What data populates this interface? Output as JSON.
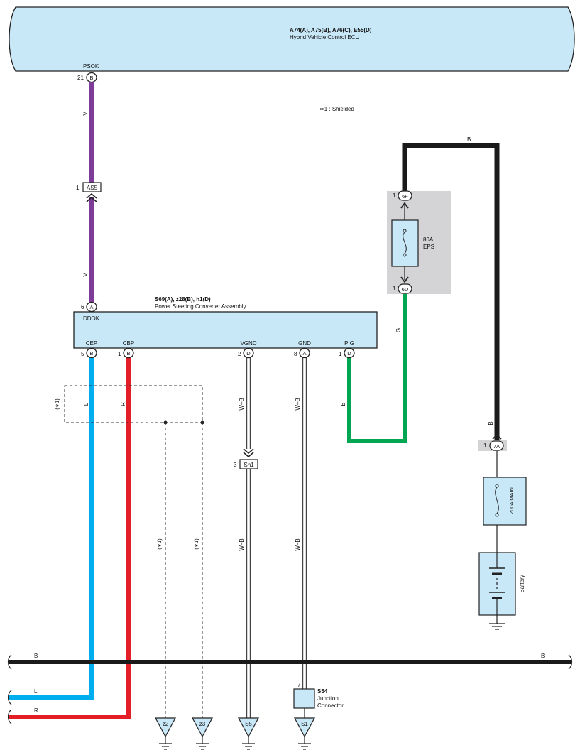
{
  "ecu": {
    "code": "A74(A), A75(B), A76(C), E55(D)",
    "name": "Hybrid Vehicle Control ECU"
  },
  "shield_note": "∗1 : Shielded",
  "psok": {
    "label": "PSOK",
    "pin": "21",
    "conn": "B",
    "wire": "V"
  },
  "as5": {
    "pin": "1",
    "name": "AS5",
    "wire": "V"
  },
  "psca": {
    "code": "S69(A), z28(B), h1(D)",
    "name": "Power Steering Converter Assembly",
    "ddok_pin": "6",
    "ddok_conn": "A",
    "ddok": "DDOK"
  },
  "terminals": [
    {
      "label": "CEP",
      "pin": "5",
      "conn": "B",
      "wire": "L"
    },
    {
      "label": "CBP",
      "pin": "1",
      "conn": "B",
      "wire": "R"
    },
    {
      "label": "VGND",
      "pin": "2",
      "conn": "D",
      "wire": "W–B"
    },
    {
      "label": "GND",
      "pin": "8",
      "conn": "A",
      "wire": "W–B"
    },
    {
      "label": "PIG",
      "pin": "1",
      "conn": "D",
      "wire": "B"
    }
  ],
  "shield_tag": "(∗1)",
  "sh1": {
    "pin": "3",
    "name": "Sh1",
    "wire": "W–B"
  },
  "gnd_wire": "W–B",
  "fuse_eps": {
    "line1": "80A",
    "line2": "EPS",
    "top_pin": "1",
    "top_conn": "6F",
    "bot_pin": "1",
    "bot_conn": "6D",
    "wire": "G"
  },
  "top_wire": "B",
  "conn7a": {
    "pin": "1",
    "conn": "7A",
    "wire": "B"
  },
  "fuse_main": "200A MAIN",
  "battery": "Battery",
  "bus": {
    "left": "B",
    "right": "B",
    "l": "L",
    "r": "R"
  },
  "s54": {
    "pin": "7",
    "code": "S54",
    "line1": "Junction",
    "line2": "Connector"
  },
  "grounds": [
    "z2",
    "z3",
    "S5",
    "S1"
  ],
  "colors": {
    "violet": "#7d3c98",
    "blue": "#00aeef",
    "red": "#e31e26",
    "green": "#00a651",
    "black": "#1a1a1a",
    "ecu_fill": "#c8e8f8",
    "fuse_box_fill": "#d4d4d6"
  }
}
